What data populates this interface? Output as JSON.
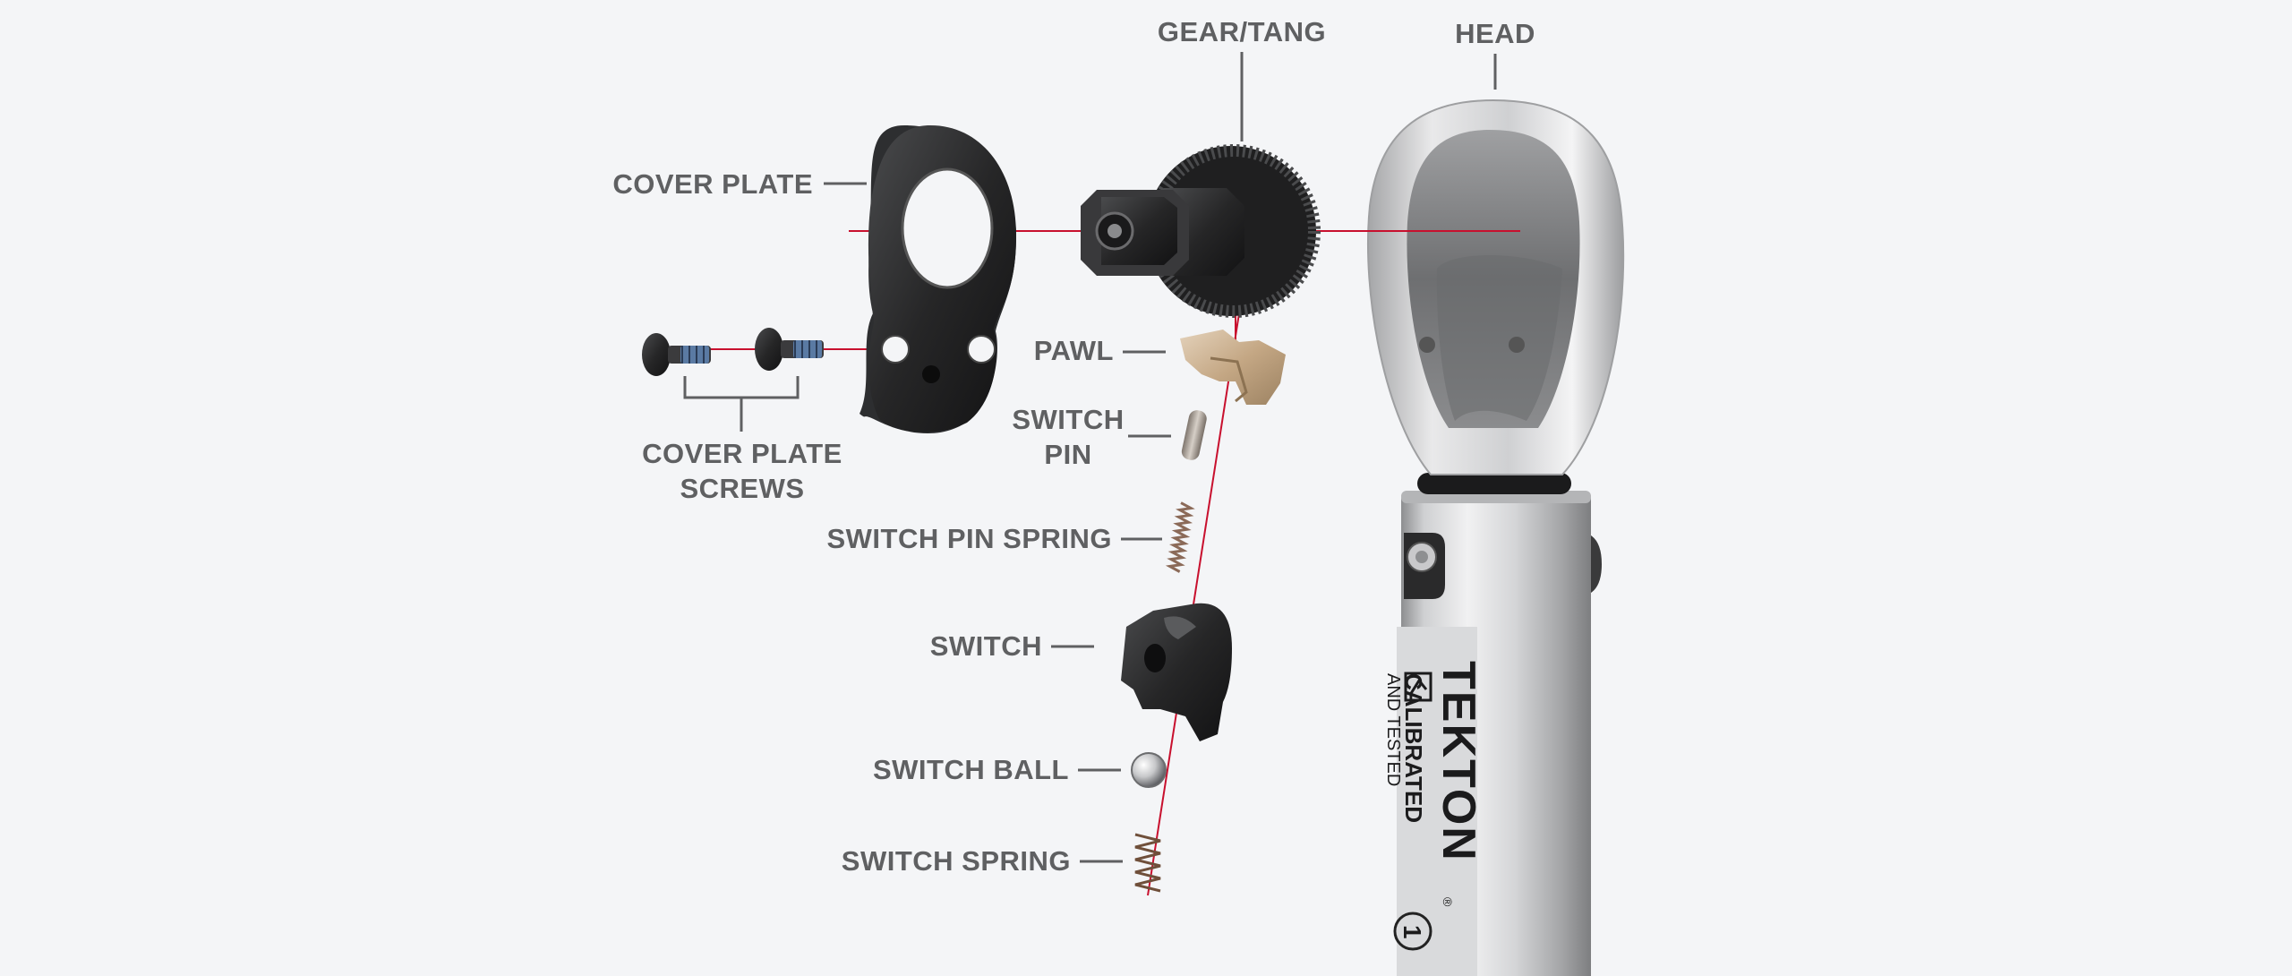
{
  "labels": {
    "gear_tang": "GEAR/TANG",
    "head": "HEAD",
    "cover_plate": "COVER PLATE",
    "cover_plate_screws_line1": "COVER PLATE",
    "cover_plate_screws_line2": "SCREWS",
    "pawl": "PAWL",
    "switch_pin_line1": "SWITCH",
    "switch_pin_line2": "PIN",
    "switch_pin_spring": "SWITCH PIN SPRING",
    "switch": "SWITCH",
    "switch_ball": "SWITCH BALL",
    "switch_spring": "SWITCH SPRING"
  },
  "wrench": {
    "brand": "TEKTON",
    "tagline_line1": "CALIBRATED",
    "tagline_line2": "AND TESTED",
    "number": "1",
    "registered": "®"
  },
  "colors": {
    "background": "#f4f5f7",
    "label_text": "#5f6062",
    "leader_line": "#5f6062",
    "axis_line": "#c8102e",
    "parts_black": "#242424",
    "pawl_brass": "#c9ad8c",
    "chrome": "#c9cacc"
  }
}
